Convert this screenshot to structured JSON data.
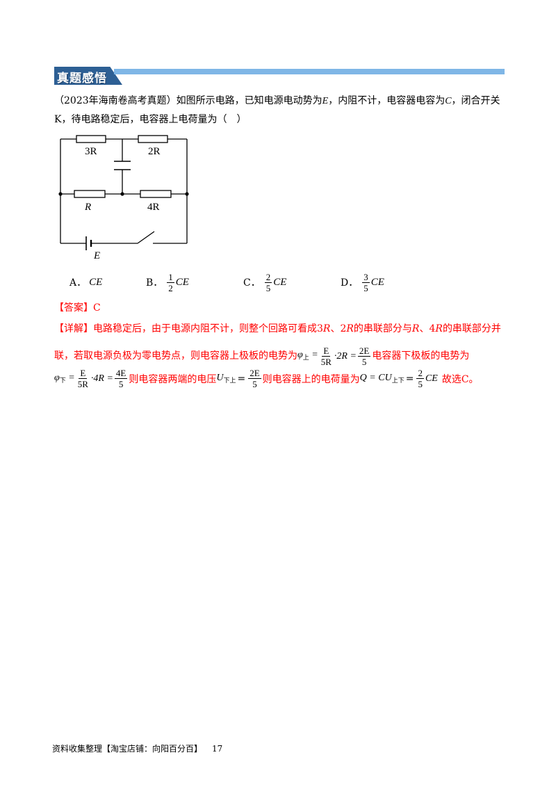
{
  "header": {
    "title": "真题感悟"
  },
  "question": {
    "line1_prefix": "（2023年海南卷高考真题）如图所示电路，已知电源电动势为",
    "E": "E",
    "line1_mid": "，内阻不计，电容器电容为",
    "C": "C",
    "line1_end": "，闭合开关",
    "line2": "K，待电路稳定后，电容器上电荷量为（　）"
  },
  "circuit": {
    "labels": {
      "r3": "3R",
      "r2": "2R",
      "r": "R",
      "r4": "4R",
      "emf": "E"
    }
  },
  "options": [
    {
      "letter": "A．",
      "num": "",
      "den": "",
      "expr": "CE"
    },
    {
      "letter": "B．",
      "num": "1",
      "den": "2",
      "expr": "CE"
    },
    {
      "letter": "C．",
      "num": "2",
      "den": "5",
      "expr": "CE"
    },
    {
      "letter": "D．",
      "num": "3",
      "den": "5",
      "expr": "CE"
    }
  ],
  "answer": {
    "label": "【答案】",
    "value": "C"
  },
  "detail": {
    "label": "【详解】",
    "line1": "电路稳定后，由于电源内阻不计，则整个回路可看成3",
    "R1": "R",
    "line1b": "、2",
    "R2": "R",
    "line1c": "的串联部分与",
    "R3": "R",
    "line1d": "、4",
    "R4": "R",
    "line1e": "的串联部分并",
    "line2": "联，若取电源负极为零电势点，则电容器上极板的电势为",
    "phi_up": "φ",
    "phi_up_sub": "上",
    "eq1_frac_num": "E",
    "eq1_frac_den": "5R",
    "eq1_mid": "·2R =",
    "eq1_res_num": "2E",
    "eq1_res_den": "5",
    "line2_end": "电容器下极板的电势为",
    "phi_down": "φ",
    "phi_down_sub": "下",
    "eq2_frac_num": "E",
    "eq2_frac_den": "5R",
    "eq2_mid": "·4R =",
    "eq2_res_num": "4E",
    "eq2_res_den": "5",
    "line3a": "则电容器两端的电压",
    "U": "U",
    "U_sub": "下上",
    "eq3_eq": "=",
    "eq3_num": "2E",
    "eq3_den": "5",
    "line3b": "则电容器上的电荷量为",
    "Q_expr": "Q = CU",
    "Q_sub": "上下",
    "eq4_eq": "=",
    "eq4_num": "2",
    "eq4_den": "5",
    "eq4_tail": "CE",
    "line3c": "故选C。"
  },
  "footer": {
    "text": "资料收集整理【淘宝店铺：向阳百分百】",
    "page": "17"
  }
}
